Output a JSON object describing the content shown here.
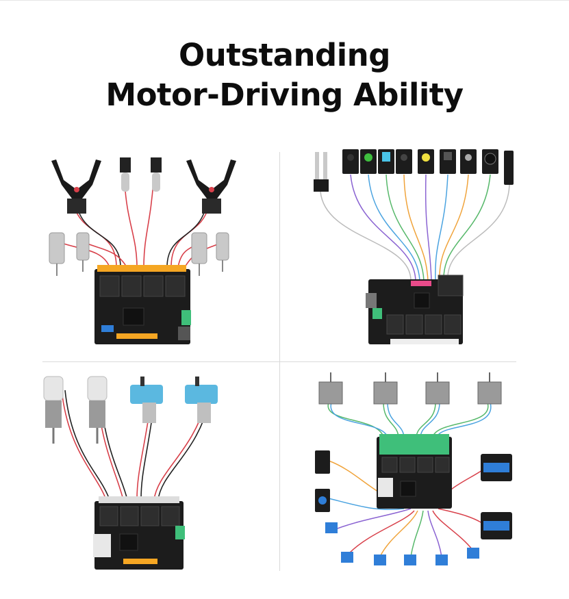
{
  "headline": {
    "line1": "Outstanding",
    "line2": "Motor-Driving Ability"
  },
  "colors": {
    "board": "#1c1c1c",
    "driver_header": "#f5a623",
    "terminal_green": "#3fbf7a",
    "servo_blue": "#2f7ed8",
    "motor_silver": "#c9c9c9",
    "wire_red": "#d8404a",
    "wire_purple": "#8a63d2",
    "wire_blue": "#4aa3e0",
    "wire_green": "#56b86a",
    "wire_orange": "#f0a33a"
  },
  "panels": [
    {
      "id": "dual-gripper-dc-motors",
      "icons": [
        "gripper-icon",
        "dc-motor-icon",
        "driver-board-icon"
      ]
    },
    {
      "id": "sensor-modules",
      "icons": [
        "soil-sensor-icon",
        "sensor-module-icon",
        "driver-board-icon"
      ]
    },
    {
      "id": "geared-motors",
      "icons": [
        "dc-motor-icon",
        "gear-motor-icon",
        "driver-board-icon"
      ]
    },
    {
      "id": "stepper-servo-motors",
      "icons": [
        "stepper-motor-icon",
        "servo-icon",
        "driver-board-icon"
      ]
    }
  ]
}
